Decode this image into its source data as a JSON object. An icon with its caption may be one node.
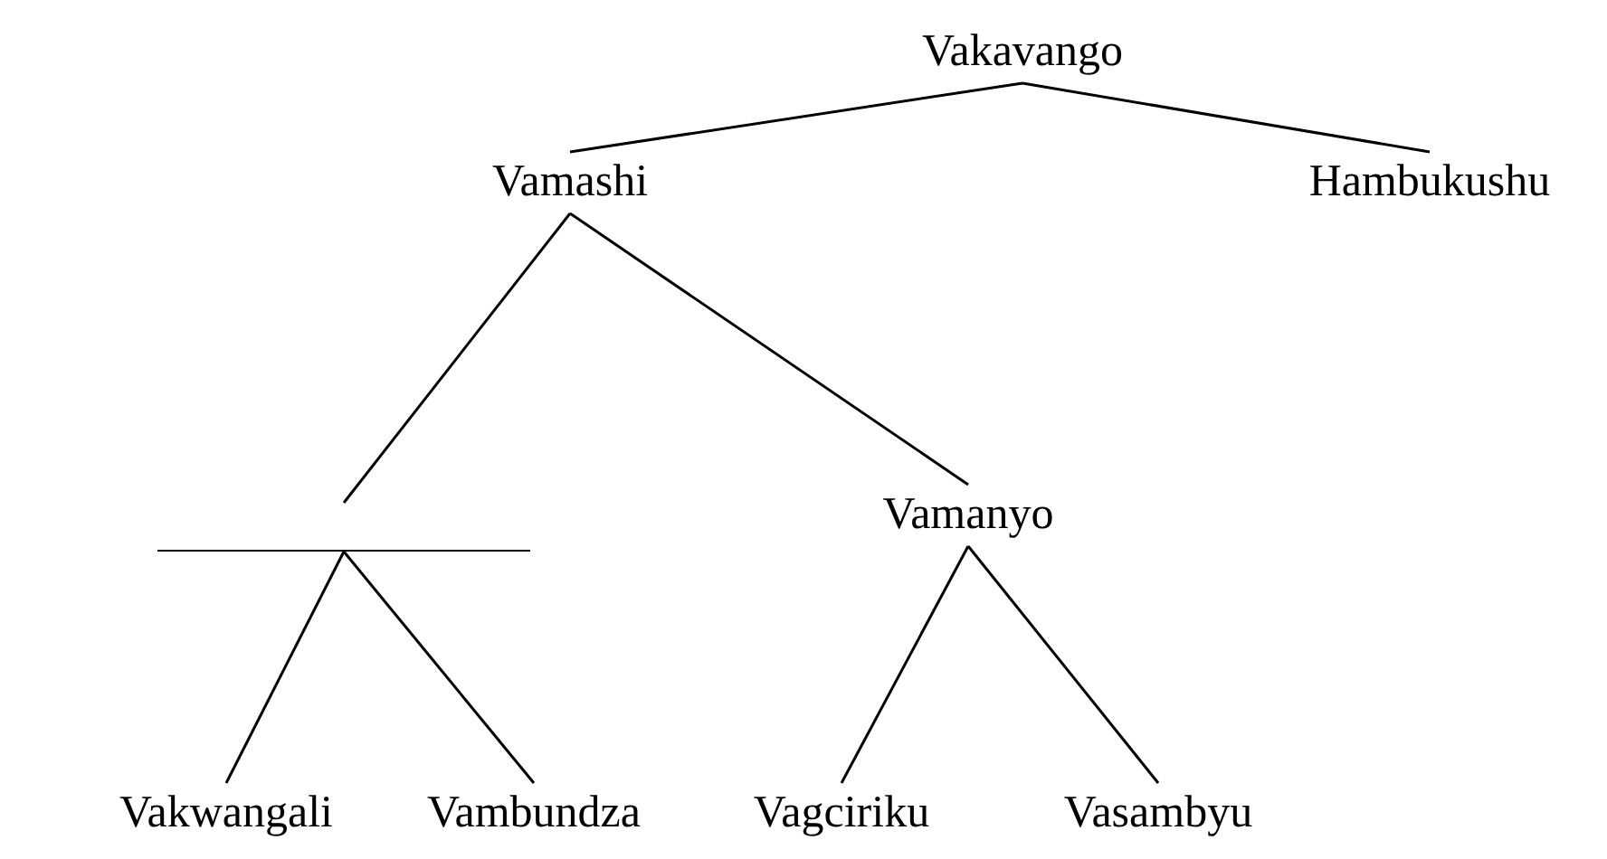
{
  "diagram": {
    "nodes": [
      {
        "text": [
          "Vakavango"
        ]
      },
      {
        "text": [
          "Vamashi"
        ]
      },
      {
        "text": [
          "Hambukushu"
        ]
      },
      {
        "text": [],
        "shape": "bar"
      },
      {
        "text": [
          "Vamanyo"
        ]
      },
      {
        "text": [
          "Vakwangali"
        ]
      },
      {
        "text": [
          "Vambundza"
        ]
      },
      {
        "text": [
          "Vagciriku"
        ]
      },
      {
        "text": [
          "Vasambyu"
        ]
      }
    ],
    "edges": [
      {
        "from": 0,
        "to": 1,
        "arrow": "none"
      },
      {
        "from": 0,
        "to": 2,
        "arrow": "none"
      },
      {
        "from": 1,
        "to": 3,
        "arrow": "none"
      },
      {
        "from": 1,
        "to": 4,
        "arrow": "none"
      },
      {
        "from": 3,
        "to": 5,
        "arrow": "none"
      },
      {
        "from": 3,
        "to": 6,
        "arrow": "none"
      },
      {
        "from": 4,
        "to": 7,
        "arrow": "none"
      },
      {
        "from": 4,
        "to": 8,
        "arrow": "none"
      }
    ]
  }
}
